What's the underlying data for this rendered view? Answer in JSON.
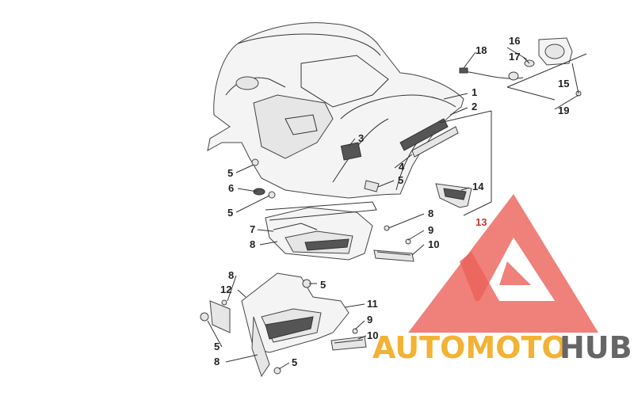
{
  "callouts": {
    "c1": "1",
    "c2": "2",
    "c3": "3",
    "c4": "4",
    "c5a": "5",
    "c5b": "5",
    "c5c": "5",
    "c5d": "5",
    "c5e": "5",
    "c5f": "5",
    "c6": "6",
    "c7": "7",
    "c8a": "8",
    "c8b": "8",
    "c8c": "8",
    "c8d": "8",
    "c9a": "9",
    "c9b": "9",
    "c10a": "10",
    "c10b": "10",
    "c11": "11",
    "c12": "12",
    "c13": "13",
    "c14": "14",
    "c15": "15",
    "c16": "16",
    "c17": "17",
    "c18": "18",
    "c19": "19"
  },
  "watermark": {
    "part1": "AUTOMOTO",
    "part2": "HUB",
    "logo_color": "#e8453c",
    "accent_color": "#f2b233"
  }
}
